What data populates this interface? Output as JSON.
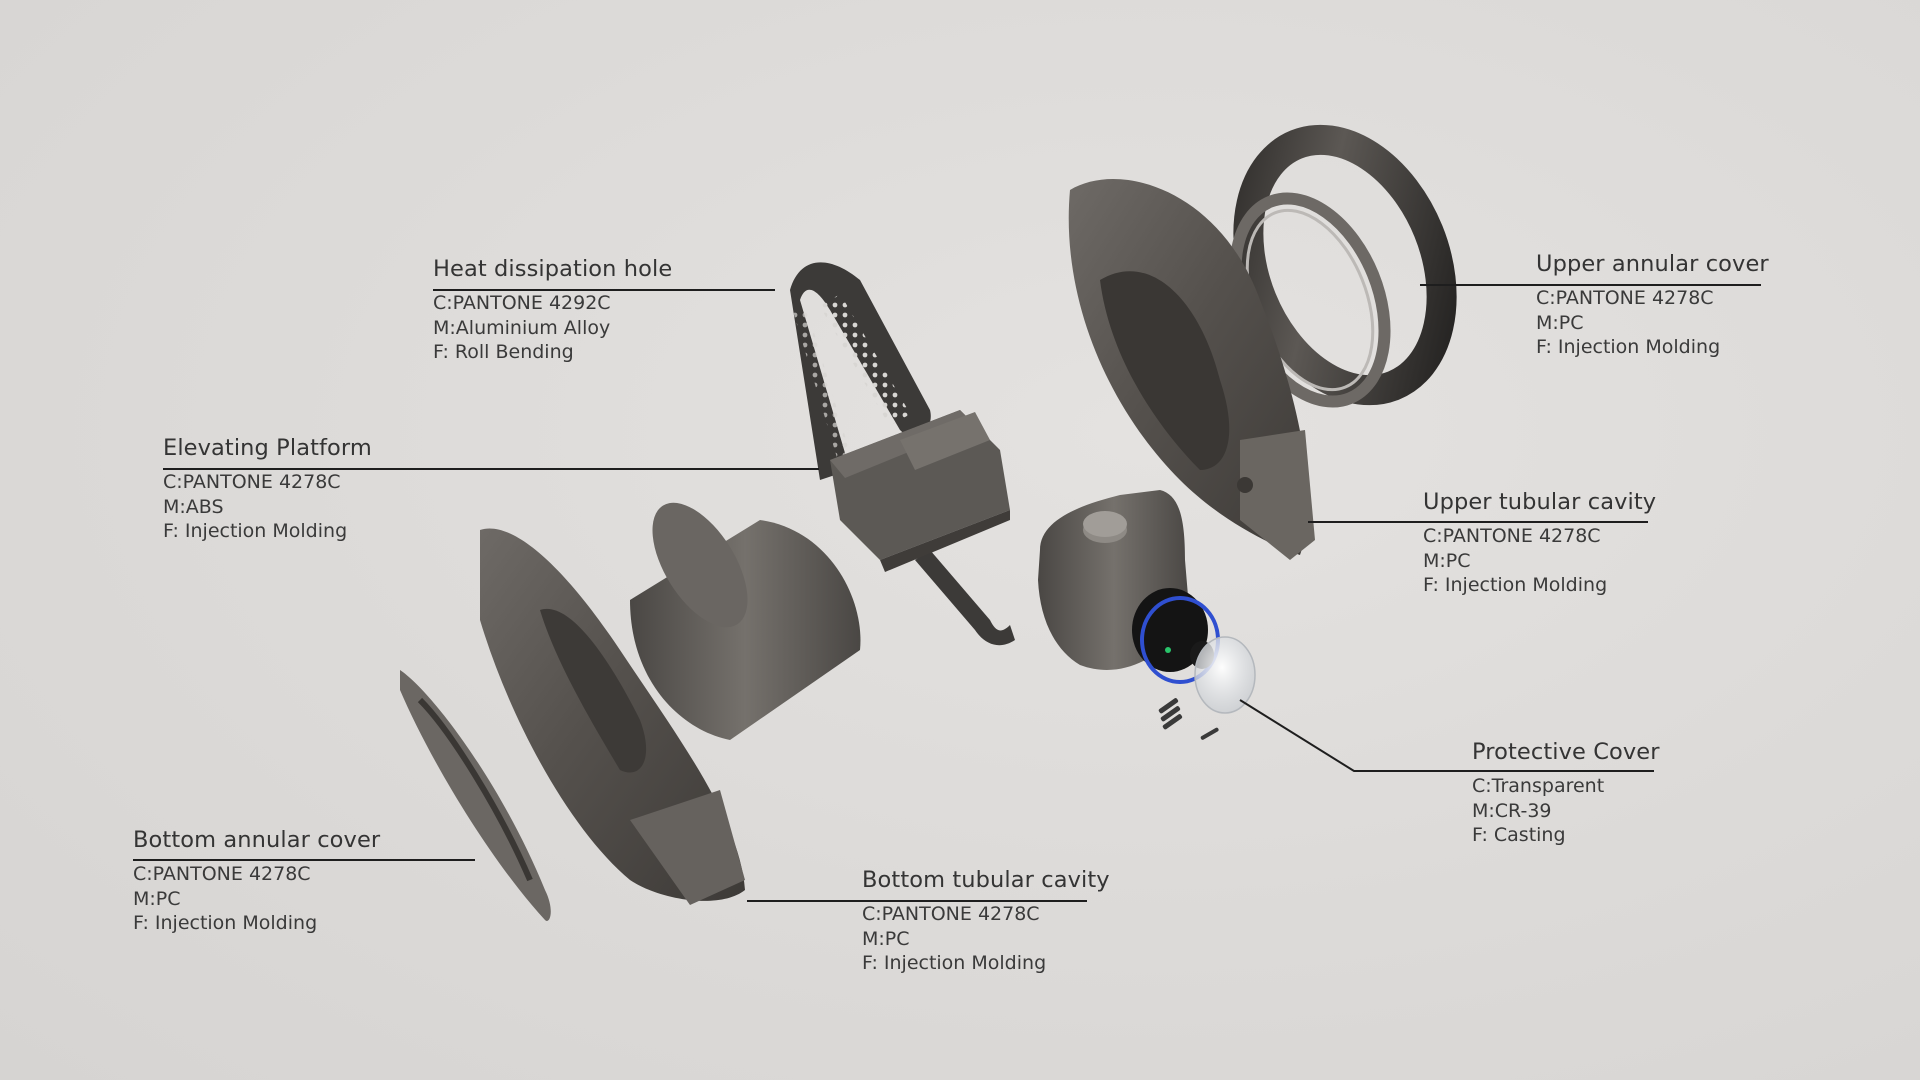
{
  "diagram": {
    "type": "exploded-product-view",
    "background_color": "#dcdad8",
    "part_color": "#5b5753",
    "accent_ring_color": "#2f4fd0",
    "indicator_led_color": "#29c46a"
  },
  "callouts": [
    {
      "id": "heat-dissipation-hole",
      "title": "Heat dissipation hole",
      "color": "C:PANTONE 4292C",
      "material": "M:Aluminium Alloy",
      "finish": "F: Roll Bending"
    },
    {
      "id": "elevating-platform",
      "title": "Elevating Platform",
      "color": "C:PANTONE 4278C",
      "material": "M:ABS",
      "finish": "F: Injection Molding"
    },
    {
      "id": "upper-annular-cover",
      "title": "Upper annular cover",
      "color": "C:PANTONE 4278C",
      "material": "M:PC",
      "finish": "F: Injection Molding"
    },
    {
      "id": "upper-tubular-cavity",
      "title": "Upper tubular cavity",
      "color": "C:PANTONE 4278C",
      "material": "M:PC",
      "finish": "F: Injection Molding"
    },
    {
      "id": "protective-cover",
      "title": "Protective Cover",
      "color": "C:Transparent",
      "material": "M:CR-39",
      "finish": "F: Casting"
    },
    {
      "id": "bottom-annular-cover",
      "title": "Bottom annular cover",
      "color": "C:PANTONE 4278C",
      "material": "M:PC",
      "finish": "F: Injection Molding"
    },
    {
      "id": "bottom-tubular-cavity",
      "title": "Bottom tubular cavity",
      "color": "C:PANTONE 4278C",
      "material": "M:PC",
      "finish": "F: Injection Molding"
    }
  ]
}
